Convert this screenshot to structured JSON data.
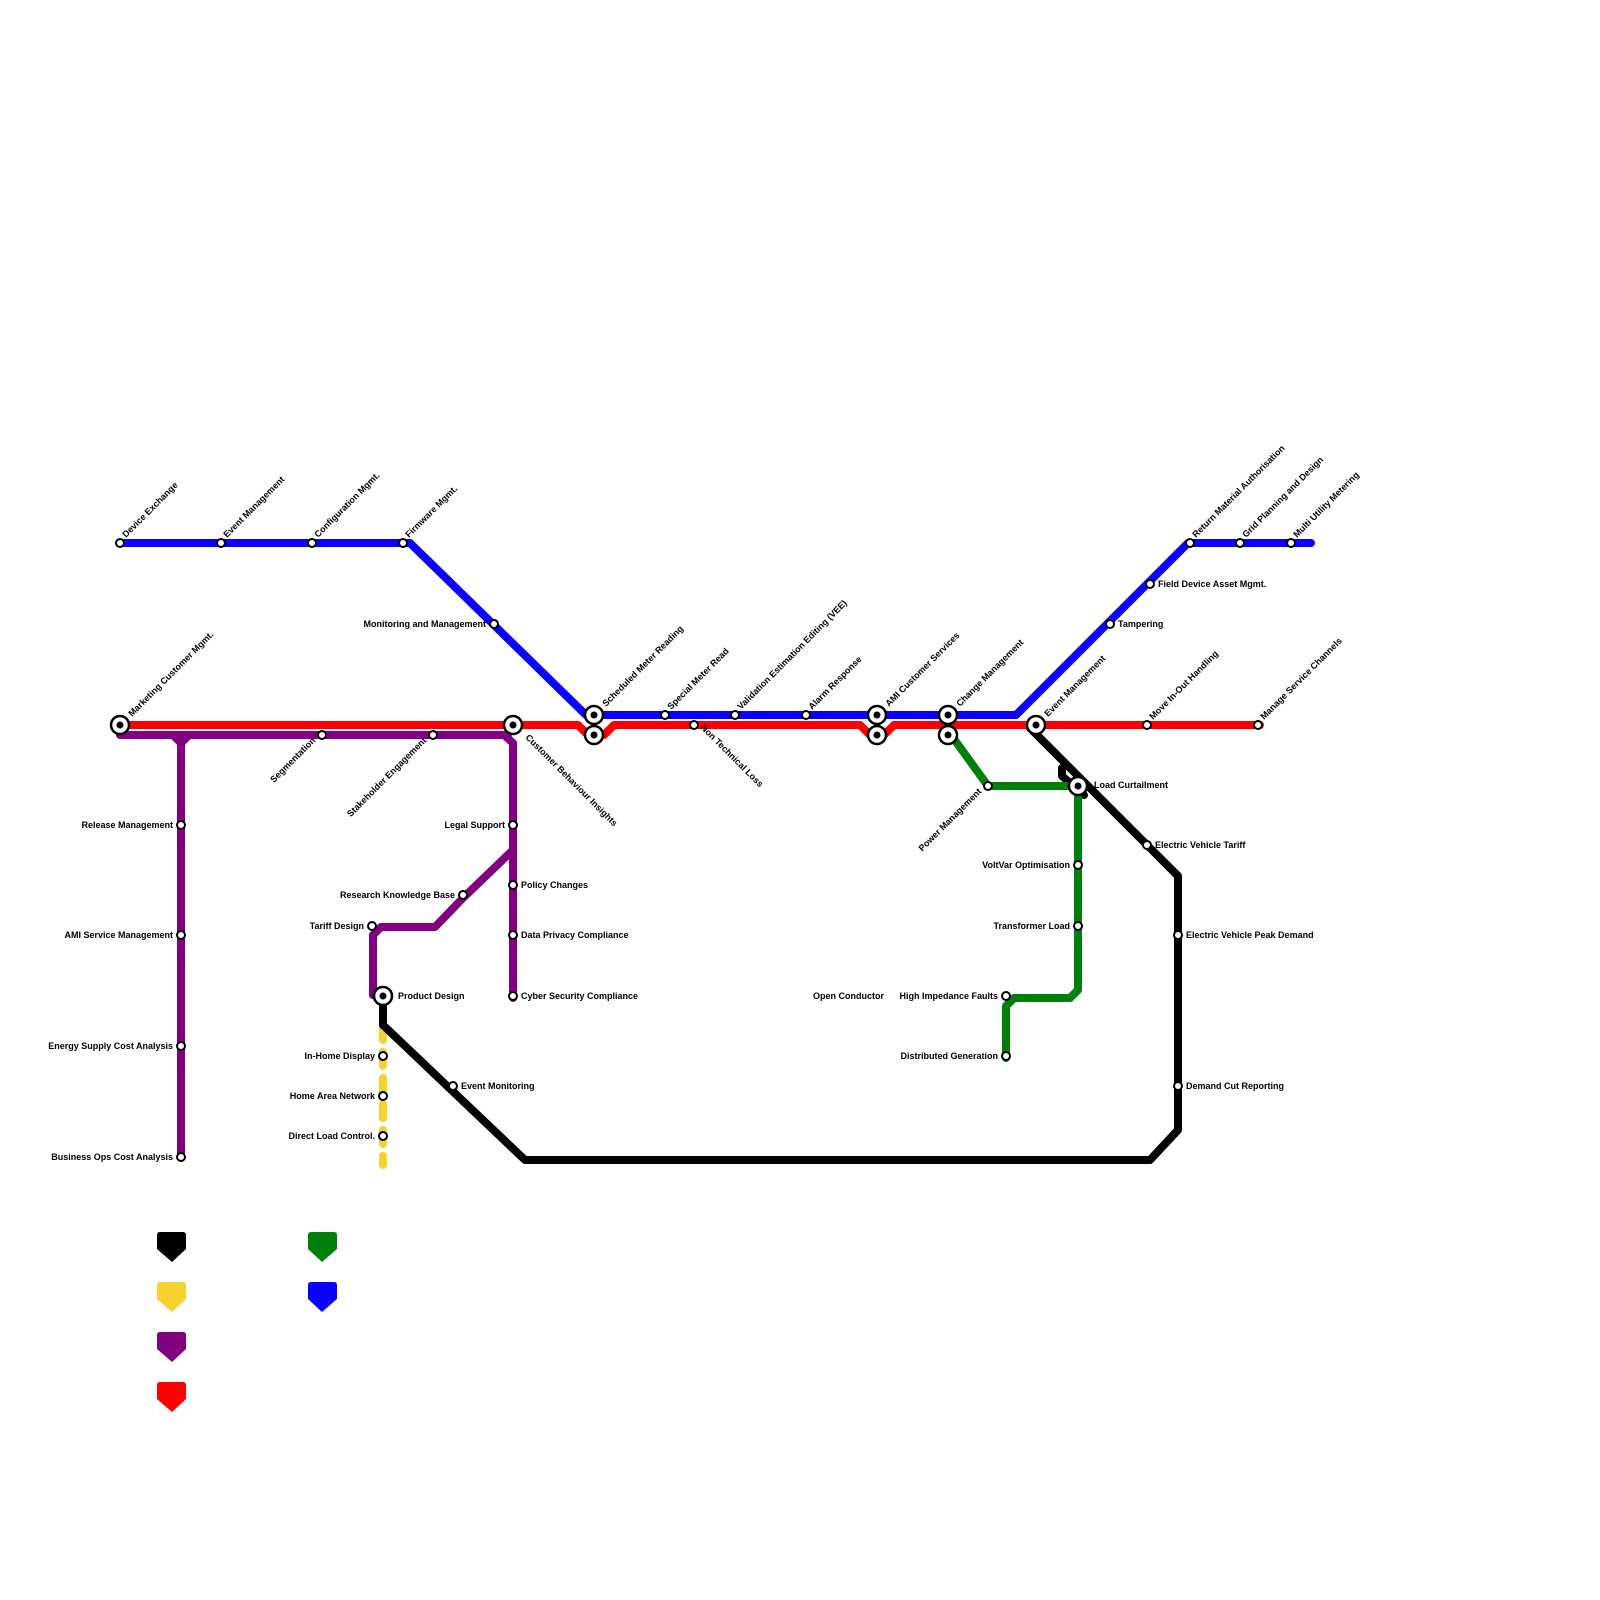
{
  "colors": {
    "blue": "#0a00ff",
    "red": "#ff0000",
    "purple": "#800080",
    "black": "#000000",
    "green": "#007f0a",
    "yellow": "#f5d22d"
  },
  "labels": {
    "device_exchange": "Device Exchange",
    "event_management_blue": "Event Management",
    "configuration_mgmt": "Configuration Mgmt.",
    "firmware_mgmt": "Firmware Mgmt.",
    "monitoring_management": "Monitoring and Management",
    "scheduled_meter_reading": "Scheduled Meter Reading",
    "special_meter_read": "Special Meter Read",
    "vee": "Validation Estimation Editing (VEE)",
    "alarm_response": "Alarm Response",
    "ami_customer_services": "AMI Customer Services",
    "change_management": "Change Management",
    "event_management_red": "Event Management",
    "tampering": "Tampering",
    "field_device_asset_mgmt": "Field Device Asset Mgmt.",
    "return_material_authorisation": "Return Material Authorisation",
    "grid_planning_design": "Grid Planning and Design",
    "multi_utility_metering": "Multi Utility Metering",
    "marketing_customer_mgmt": "Marketing  Customer Mgmt.",
    "segmentation": "Segmentation",
    "stakeholder_engagement": "Stakeholder Engagement",
    "customer_behaviour_insights": "Customer Behaviour Insights",
    "non_technical_loss": "Non Technical Loss",
    "move_in_out_handling": "Move In-Out Handling",
    "manage_service_channels": "Manage Service Channels",
    "release_management": "Release Management",
    "ami_service_management": "AMI Service Management",
    "energy_supply_cost_analysis": "Energy Supply Cost Analysis",
    "business_ops_cost_analysis": "Business Ops Cost Analysis",
    "legal_support": "Legal Support",
    "policy_changes": "Policy Changes",
    "data_privacy_compliance": "Data Privacy Compliance",
    "cyber_security_compliance": "Cyber Security Compliance",
    "research_knowledge_base": "Research Knowledge Base",
    "tariff_design": "Tariff Design",
    "product_design": "Product Design",
    "in_home_display": "In-Home Display",
    "home_area_network": "Home Area Network",
    "direct_load_control": "Direct Load Control.",
    "event_monitoring": "Event Monitoring",
    "power_management": "Power Management",
    "load_curtailment": "Load Curtailment",
    "electric_vehicle_tariff": "Electric Vehicle Tariff",
    "voltvar_optimisation": "VoltVar Optimisation",
    "transformer_load": "Transformer Load",
    "electric_vehicle_peak_demand": "Electric Vehicle Peak Demand",
    "open_conductor": "Open Conductor",
    "high_impedance_faults": "High Impedance Faults",
    "distributed_generation": "Distributed Generation",
    "demand_cut_reporting": "Demand Cut Reporting"
  },
  "legend": [
    {
      "color": "black"
    },
    {
      "color": "yellow"
    },
    {
      "color": "purple"
    },
    {
      "color": "red"
    },
    {
      "color": "green"
    },
    {
      "color": "blue"
    }
  ]
}
